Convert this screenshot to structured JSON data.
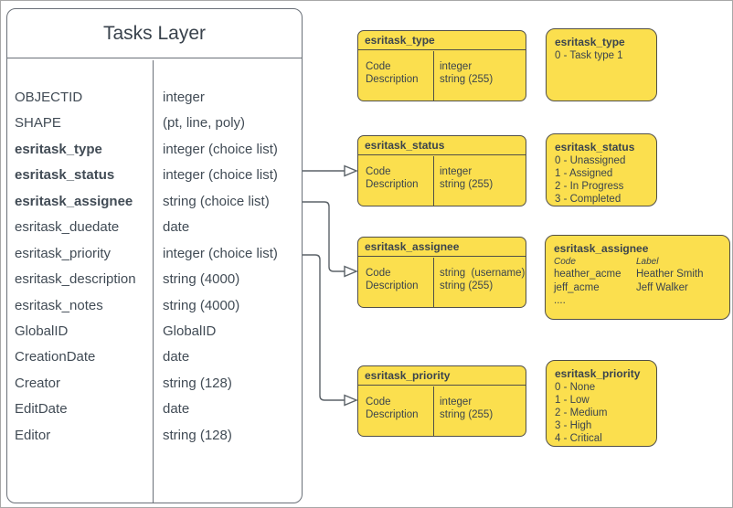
{
  "colors": {
    "box_fill": "#fbdf4e",
    "box_stroke": "#514f47",
    "table_stroke": "#6a7078",
    "text": "#3b444d",
    "connector": "#5b6268"
  },
  "tasks_layer": {
    "title": "Tasks Layer",
    "rows": [
      {
        "name": "OBJECTID",
        "type": "integer",
        "bold": false
      },
      {
        "name": "SHAPE",
        "type": "(pt, line, poly)",
        "bold": false
      },
      {
        "name": "esritask_type",
        "type": "integer (choice list)",
        "bold": true
      },
      {
        "name": "esritask_status",
        "type": "integer (choice list)",
        "bold": true
      },
      {
        "name": "esritask_assignee",
        "type": "string (choice list)",
        "bold": true
      },
      {
        "name": "esritask_duedate",
        "type": "date",
        "bold": false
      },
      {
        "name": "esritask_priority",
        "type": "integer (choice list)",
        "bold": false
      },
      {
        "name": "esritask_description",
        "type": "string (4000)",
        "bold": false
      },
      {
        "name": "esritask_notes",
        "type": "string (4000)",
        "bold": false
      },
      {
        "name": "GlobalID",
        "type": "GlobalID",
        "bold": false
      },
      {
        "name": "CreationDate",
        "type": "date",
        "bold": false
      },
      {
        "name": "Creator",
        "type": "string (128)",
        "bold": false
      },
      {
        "name": "EditDate",
        "type": "date",
        "bold": false
      },
      {
        "name": "Editor",
        "type": "string (128)",
        "bold": false
      }
    ]
  },
  "domain_tables": [
    {
      "title": "esritask_type",
      "fields": [
        {
          "name": "Code",
          "type": "integer"
        },
        {
          "name": "Description",
          "type": "string (255)"
        }
      ]
    },
    {
      "title": "esritask_status",
      "fields": [
        {
          "name": "Code",
          "type": "integer"
        },
        {
          "name": "Description",
          "type": "string (255)"
        }
      ]
    },
    {
      "title": "esritask_assignee",
      "fields": [
        {
          "name": "Code",
          "type": "string  (username)"
        },
        {
          "name": "Description",
          "type": "string (255)"
        }
      ]
    },
    {
      "title": "esritask_priority",
      "fields": [
        {
          "name": "Code",
          "type": "integer"
        },
        {
          "name": "Description",
          "type": "string (255)"
        }
      ]
    }
  ],
  "value_lists": [
    {
      "title": "esritask_type",
      "values": [
        "0 - Task type 1"
      ]
    },
    {
      "title": "esritask_status",
      "values": [
        "0 - Unassigned",
        "1 - Assigned",
        "2 - In Progress",
        "3 - Completed"
      ]
    },
    {
      "title": "esritask_assignee",
      "code_header": "Code",
      "label_header": "Label",
      "entries": [
        {
          "code": "heather_acme",
          "label": "Heather Smith"
        },
        {
          "code": "jeff_acme",
          "label": "Jeff Walker"
        }
      ],
      "ellipsis": "...."
    },
    {
      "title": "esritask_priority",
      "values": [
        "0 - None",
        "1 - Low",
        "2 - Medium",
        "3 - High",
        "4 - Critical"
      ]
    }
  ]
}
